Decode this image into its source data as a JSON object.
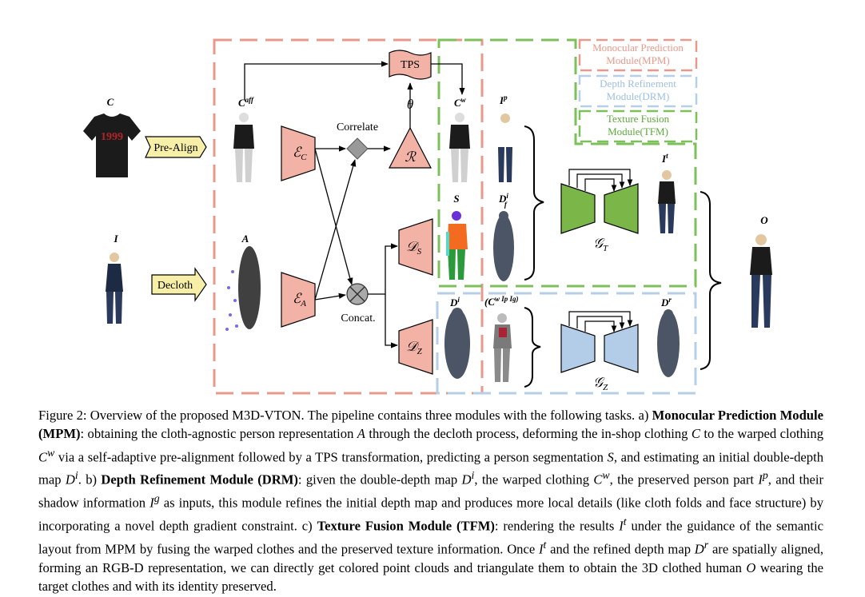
{
  "legend": {
    "mpm": [
      "Monocular Prediction",
      "Module(MPM)"
    ],
    "drm": [
      "Depth Refinement",
      "Module(DRM)"
    ],
    "tfm": [
      "Texture Fusion",
      "Module(TFM)"
    ]
  },
  "blocks": {
    "tps": "TPS",
    "theta": "θ",
    "correlate": "Correlate",
    "concat": "Concat.",
    "pre_align": "Pre-Align",
    "decloth": "Decloth",
    "ec": "ℰ",
    "ec_sub": "C",
    "ea": "ℰ",
    "ea_sub": "A",
    "r": "ℛ",
    "ds": "𝒟",
    "ds_sub": "S",
    "dz": "𝒟",
    "dz_sub": "Z",
    "gt": "𝒢",
    "gt_sub": "T",
    "gz": "𝒢",
    "gz_sub": "Z"
  },
  "image_labels": {
    "c": "C",
    "caff": "C",
    "caff_sup": "aff",
    "cw": "C",
    "cw_sup": "w",
    "ip": "I",
    "ip_sup": "p",
    "i": "I",
    "a": "A",
    "s": "S",
    "dfi": "D",
    "dfi_sup": "i",
    "dfi_sub": "f",
    "di": "D",
    "di_sup": "i",
    "tuple": "(C",
    "tuple_rest": "w I",
    "tuple_end": "p I",
    "tuple_close": "g)",
    "it": "I",
    "it_sup": "t",
    "dr": "D",
    "dr_sup": "r",
    "o": "O",
    "shirt_print": "1999"
  },
  "colors": {
    "mpm": "#e8998c",
    "drm": "#b7cfe6",
    "tfm": "#7cc05a",
    "pink_fill": "#f2b3a6",
    "green_fill": "#7ab648",
    "blue_fill": "#b3cde8",
    "yellow_fill": "#f7efa8"
  },
  "caption": {
    "p1": "Figure 2: Overview of the proposed M3D-VTON. The pipeline contains three modules with the following tasks. a) ",
    "b1": "Monocular Prediction Module (MPM)",
    "p2": ": obtaining the cloth-agnostic person representation ",
    "p3": " through the decloth process, deforming the in-shop clothing ",
    "p4": " to the warped clothing ",
    "p5": " via a self-adaptive pre-alignment followed by a TPS transformation, predicting a person segmentation ",
    "p6": ", and estimating an initial double-depth map ",
    "p7": ". b) ",
    "b2": "Depth Refinement Module (DRM)",
    "p8": ": given the double-depth map ",
    "p9": ", the warped clothing ",
    "p10": ", the preserved person part ",
    "p11": ", and their shadow information ",
    "p12": " as inputs, this module refines the initial depth map and produces more local details (like cloth folds and face structure) by incorporating a novel depth gradient constraint. c) ",
    "b3": "Texture Fusion Module (TFM)",
    "p13": ": rendering the results ",
    "p14": " under the guidance of the semantic layout from MPM by fusing the warped clothes and the preserved texture information. Once ",
    "p15": " and the refined depth map ",
    "p16": " are spatially aligned, forming an RGB-D representation, we can directly get colored point clouds and triangulate them to obtain the 3D clothed human ",
    "p17": " wearing the target clothes and with its identity preserved.",
    "m_A": "A",
    "m_C": "C",
    "m_Cw": "C",
    "m_w": "w",
    "m_S": "S",
    "m_D": "D",
    "m_i": "i",
    "m_Ip": "I",
    "m_p": "p",
    "m_Ig": "I",
    "m_g": "g",
    "m_It": "I",
    "m_t": "t",
    "m_Dr": "D",
    "m_r": "r",
    "m_O": "O"
  }
}
